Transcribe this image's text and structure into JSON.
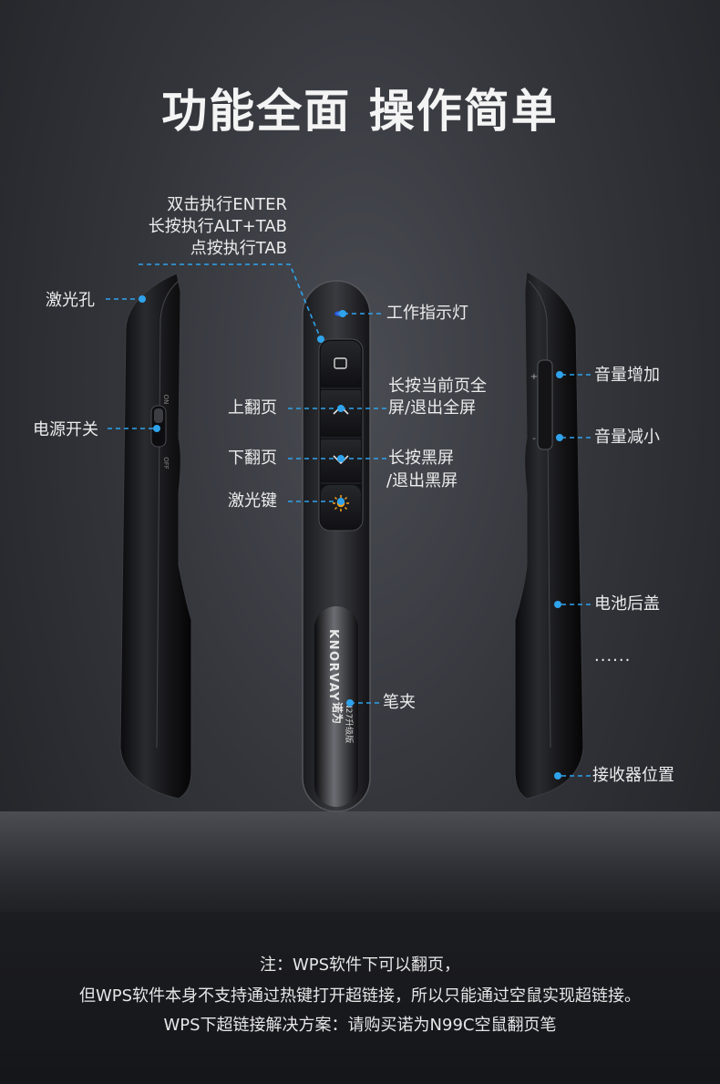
{
  "title": "功能全面 操作简单",
  "labels": {
    "double_click": "双击执行ENTER",
    "long_press": "长按执行ALT+TAB",
    "click": "点按执行TAB",
    "laser_hole": "激光孔",
    "power_switch": "电源开关",
    "work_indicator": "工作指示灯",
    "page_up": "上翻页",
    "page_down": "下翻页",
    "laser_key": "激光键",
    "fullscreen_line1": "长按当前页全",
    "fullscreen_line2": "屏/退出全屏",
    "blackscreen_line1": "长按黑屏",
    "blackscreen_line2": "/退出黑屏",
    "volume_up": "音量增加",
    "volume_down": "音量减小",
    "battery_cover": "电池后盖",
    "ellipsis": "......",
    "pen_clip": "笔夹",
    "receiver_position": "接收器位置"
  },
  "device": {
    "brand": "KNORVAY",
    "brand_cn": "诺为",
    "model": "N27升级版",
    "switch_on": "ON",
    "switch_off": "OFF",
    "plus": "+",
    "minus": "-"
  },
  "notes": [
    "注：WPS软件下可以翻页，",
    "但WPS软件本身不支持通过热键打开超链接，所以只能通过空鼠实现超链接。",
    "WPS下超链接解决方案：请购买诺为N99C空鼠翻页笔"
  ],
  "colors": {
    "leader": "#2fa3ec",
    "indicator": "#2a6cff",
    "laser": "#f5a21b"
  }
}
